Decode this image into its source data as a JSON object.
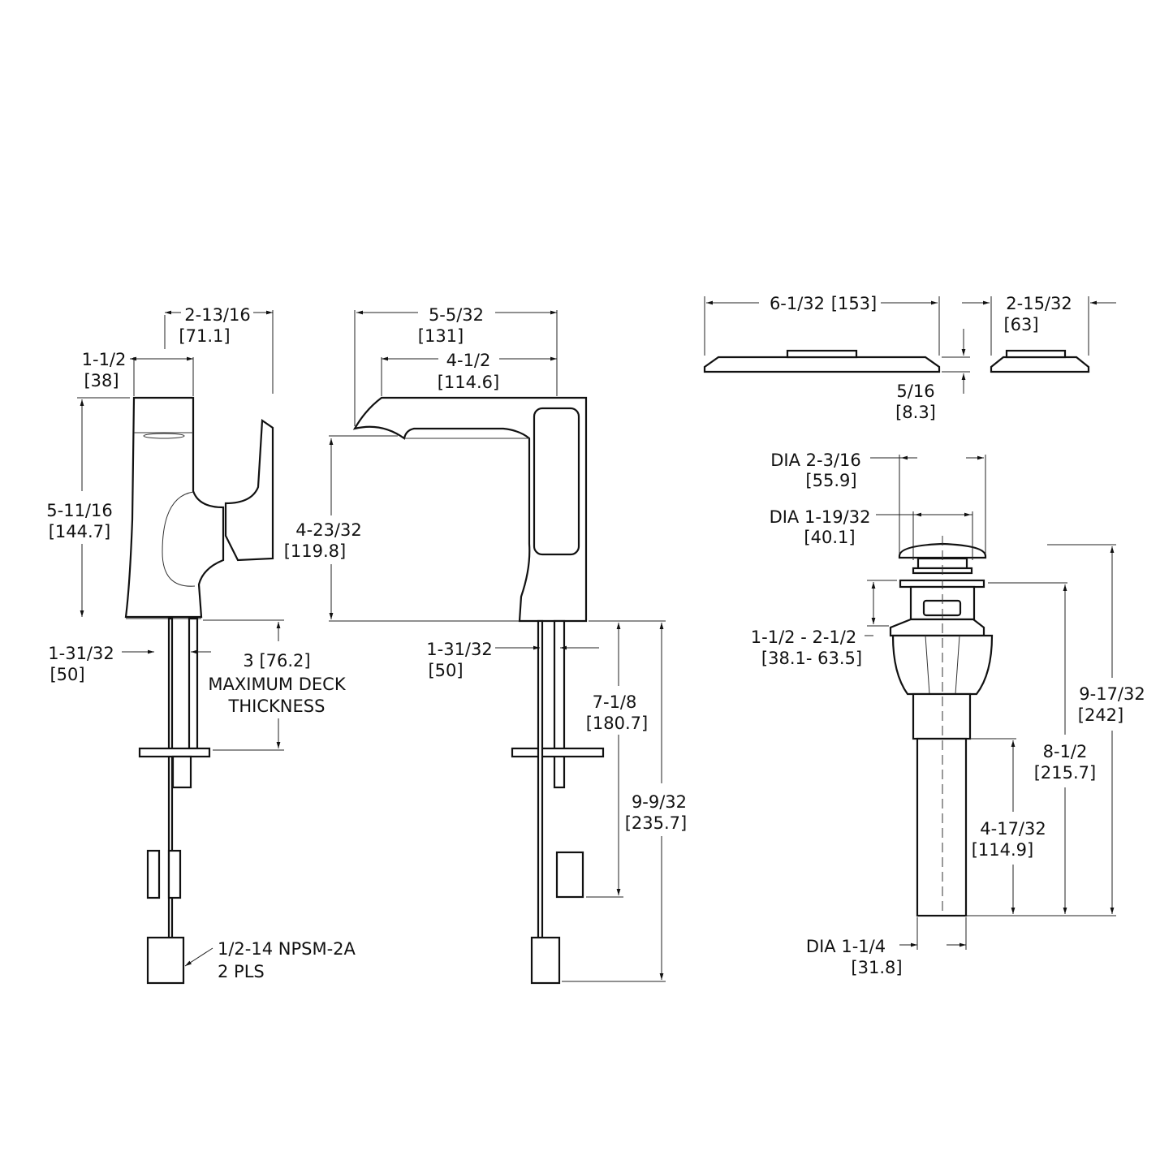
{
  "side_view": {
    "width_overall": "2-13/16",
    "width_overall_mm": "[71.1]",
    "base_width": "1-1/2",
    "base_width_mm": "[38]",
    "height": "5-11/16",
    "height_mm": "[144.7]",
    "shank_offset": "1-31/32",
    "shank_offset_mm": "[50]",
    "deck_label": "3  [76.2]",
    "deck_line2": "MAXIMUM  DECK",
    "deck_line3": "THICKNESS",
    "connection_line1": "1/2-14  NPSM-2A",
    "connection_line2": "2  PLS"
  },
  "front_view": {
    "spout_overall": "5-5/32",
    "spout_overall_mm": "[131]",
    "spout_reach": "4-1/2",
    "spout_reach_mm": "[114.6]",
    "spout_height": "4-23/32",
    "spout_height_mm": "[119.8]",
    "shank_offset": "1-31/32",
    "shank_offset_mm": "[50]",
    "supply_length": "7-1/8",
    "supply_length_mm": "[180.7]",
    "total_below": "9-9/32",
    "total_below_mm": "[235.7]"
  },
  "escutcheon": {
    "long_length": "6-1/32",
    "long_length_mm": "[153]",
    "short_length": "2-15/32",
    "short_length_mm": "[63]",
    "thickness": "5/16",
    "thickness_mm": "[8.3]"
  },
  "drain": {
    "cap_dia": "DIA  2-3/16",
    "cap_dia_mm": "[55.9]",
    "body_dia": "DIA  1-19/32",
    "body_dia_mm": "[40.1]",
    "range": "1-1/2  -  2-1/2",
    "range_mm": "[38.1-  63.5]",
    "total": "9-17/32",
    "total_mm": "[242]",
    "below_flange": "8-1/2",
    "below_flange_mm": "[215.7]",
    "tail": "4-17/32",
    "tail_mm": "[114.9]",
    "tail_dia": "DIA  1-1/4",
    "tail_dia_mm": "[31.8]"
  }
}
